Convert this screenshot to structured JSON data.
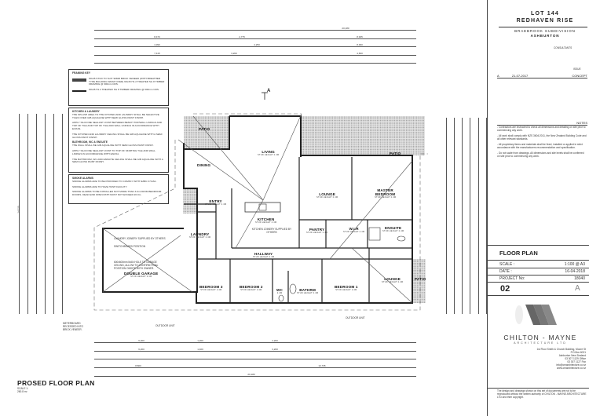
{
  "title_block": {
    "lot": "LOT 144",
    "street": "REDHAVEN RISE",
    "subdivision": "BRAEBROOK SUBDIVISION",
    "town": "ASHBURTON",
    "consultants_label": "CONSULTANTS",
    "issue_label": "ISSUE",
    "issue": {
      "rev": "A",
      "date": "21-07-2017",
      "status": "CONCEPT"
    },
    "notes_heading": "NOTES",
    "notes": [
      "- Contractors are instructed to check all dimensions and detailing on site prior to commencing any work.",
      "- All work shall comply with NZS 3604:2011, the New Zealand Building Code and all other relevant standards.",
      "- All proprietary items and materials shall be fixed, installed or applied in strict accordance with the manufacturers recommendation and specification.",
      "- Do not scale from drawings. All dimensions and site levels shall be confirmed on site prior to commencing any work."
    ],
    "sheet_title": "FLOOR PLAN",
    "scale_label": "SCALE :",
    "scale_value": "1:100 @ A3",
    "date_label": "DATE :",
    "date_value": "16-04-2018",
    "project_label": "PROJECT No:",
    "project_value": "18040",
    "sheet_number": "02",
    "revision": "A",
    "firm_name": "CHILTON - MAYNE",
    "firm_sub": "ARCHITECTURE LTD",
    "address_lines": [
      "1st Floor Smith & Church Building, Moore St",
      "P.O.Box 6021",
      "Ashburton New Zealand",
      "03 307 1129  Office",
      "03 307 1127  Fax",
      "info@cmarchitecture.co.nz",
      "www.cmarchitecture.co.nz"
    ],
    "copyright": "The design and drawings shown on this set of documents are not to be reproduced without the written authority of CHILTON - MAYNE ARCHITECTURE LTD and their copyright."
  },
  "plan_title": {
    "title": "PROSED FLOOR PLAN",
    "scale": "SCALE 1:",
    "area": "260.8 m²"
  },
  "general_notes": {
    "framing": {
      "heading": "FRAMING KEY",
      "item1": "90x45 STUD TO SUIT 90MM BRICK VENEER (WITH BREATHER TYPE BUILDING WRAP OVER) 90x45 H1.2 TREATED SG 8 TIMBER FRAMING @ 600mm CRS.",
      "item2": "90x45 H1.2 TREATED SG 8 TIMBER FRAMING @ 600mm CRS."
    },
    "kitchen_laundry": {
      "heading": "KITCHEN & LAUNDRY",
      "p1": "THE SPLASH AREA TO THE KITCHEN AND LAUNDRY SHALL BE SELECTIVE TILES OVER GIB AQUALINE WITH SEMI GLOSS PAINT FINISH.",
      "p2": "APPLY SILICONE SEALANT JOINT BETWEEN BENCH TOP/WALL LININGS AND TOP OF TILE AND TOP OF TILE AND WALL LININGS IN ACCORDANCE WITH E3/AS1.",
      "p3": "THE KITCHEN AND LAUNDRY CEILING SHALL BE GIB AQUALINE WITH A SEMI GLOSS PAINT FINISH."
    },
    "wet_areas": {
      "heading": "BATHROOM, WC & ENSUITE",
      "p1": "THE WALL SHALL BE GIB AQUALINE WITH SEMI GLOSS PAINT FINISH.",
      "p2": "APPLY SILICONE SEALANT JOINT TO TOP OF SKIRTING TILE AND WALL LININGS IN ACCORDANCE WITH E3/AS1.",
      "p3": "THE BATHROOM, WC AND ENSUITE CEILING SHALL BE GIB AQUALINE WITH A SEMI GLOSS PAINT FINISH."
    },
    "smoke": {
      "heading": "SMOKE ALARMS",
      "p1": "SMOKE ALARMS ARE TO BE PROVIDED TO COMPLY WITH NZBC F7/AS1.",
      "p2": "SMOKE ALARMS ARE TO HAVE HUSH FACILITY.",
      "p3": "SMOKE ALARMS TO BE INSTALLED NOT MORE THAN 3.0m FROM BEDROOM DOORS. DEAD END OPEN PATH MUST NOT EXCEED 20.0m."
    }
  },
  "rooms": [
    {
      "name": "PATIO",
      "sub": ""
    },
    {
      "name": "LIVING",
      "sub": "STUD HEIGHT 2.4M"
    },
    {
      "name": "DINING",
      "sub": ""
    },
    {
      "name": "PATIO",
      "sub": ""
    },
    {
      "name": "LOUNGE",
      "sub": "STUD HEIGHT 2.4M"
    },
    {
      "name": "MASTER",
      "sub": ""
    },
    {
      "name": "BEDROOM",
      "sub": "STUD HEIGHT 2.4M"
    },
    {
      "name": "ENTRY",
      "sub": "STUD HEIGHT 2.4M"
    },
    {
      "name": "KITCHEN",
      "sub": "STUD HEIGHT 2.4M"
    },
    {
      "name": "PANTRY",
      "sub": "STUD HEIGHT 2.4M"
    },
    {
      "name": "W.I.R",
      "sub": "STUD HEIGHT 2.4M"
    },
    {
      "name": "ENSUITE",
      "sub": "STUD HEIGHT 2.4M"
    },
    {
      "name": "LAUNDRY",
      "sub": "STUD HEIGHT 2.4M"
    },
    {
      "name": "HALLWAY",
      "sub": "STUD HEIGHT 2.4M"
    },
    {
      "name": "DOUBLE GARAGE",
      "sub": "STUD HEIGHT 2.4M"
    },
    {
      "name": "BEDROOM 3",
      "sub": "STUD HEIGHT 2.4M"
    },
    {
      "name": "BEDROOM 2",
      "sub": "STUD HEIGHT 2.4M"
    },
    {
      "name": "WC",
      "sub": "2.4M"
    },
    {
      "name": "BATHRM",
      "sub": "STUD HEIGHT 2.4M"
    },
    {
      "name": "BEDROOM 1",
      "sub": "STUD HEIGHT 2.4M"
    },
    {
      "name": "LOUNGE",
      "sub": "STUD HEIGHT 2.4M"
    },
    {
      "name": "PATIO",
      "sub": ""
    }
  ],
  "annotations": {
    "kitchen_joinery": "KITCHEN JOINERY SUPPLIED BY OTHERS",
    "laundry_joinery": "LAUNDRY JOINERY SUPPLIED BY OTHERS",
    "switchboard": "SWITCHBOARD POSITION",
    "manhole": "600x600mm MAN HOLE TO GARAGE CEILING, ALLOW TO CONFIRM FINAL POSITION ONSITE WITH OWNER.",
    "meterboard": "METERBOARD RECESSED INTO BRICK VENEER.",
    "outdoor_unit": "OUTDOOR UNIT",
    "section_marker": "A"
  },
  "dimensions": {
    "overall_width": "20,180",
    "overall_depth": "14,220",
    "top_row1": [
      "8,470",
      "2,775",
      "8,935"
    ],
    "top_row2": [
      "4,390",
      "4,250",
      "8,390"
    ],
    "top_row3": [
      "7,415",
      "3,200",
      "4,600"
    ],
    "bottom_row1": [
      "6,200",
      "1,200",
      "4,200"
    ],
    "bottom_row2": [
      "6,200",
      "1,400",
      "3,200"
    ],
    "bottom_row3": [
      "8,800",
      "10,735"
    ]
  }
}
